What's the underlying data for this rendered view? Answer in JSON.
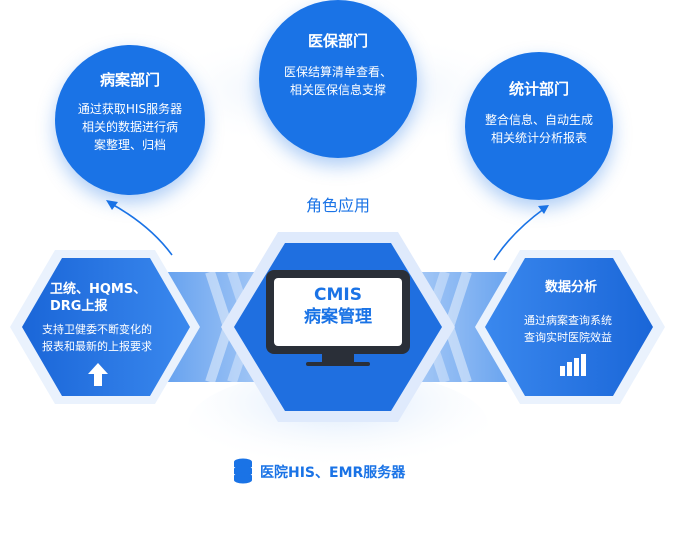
{
  "role_label": "角色应用",
  "departments": [
    {
      "title": "病案部门",
      "desc": [
        "通过获取HIS服务器",
        "相关的数据进行病",
        "案整理、归档"
      ]
    },
    {
      "title": "医保部门",
      "desc": [
        "医保结算清单查看、",
        "相关医保信息支撑"
      ]
    },
    {
      "title": "统计部门",
      "desc": [
        "整合信息、自动生成",
        "相关统计分析报表"
      ]
    }
  ],
  "left_panel": {
    "title": [
      "卫统、HQMS、",
      "DRG上报"
    ],
    "desc": [
      "支持卫健委不断变化的",
      "报表和最新的上报要求"
    ]
  },
  "right_panel": {
    "title": "数据分析",
    "desc": [
      "通过病案查询系统",
      "查询实时医院效益"
    ]
  },
  "center": {
    "line1": "CMIS",
    "line2": "病案管理"
  },
  "server_label": "医院HIS、EMR服务器",
  "colors": {
    "primary": "#1a73e6",
    "light": "#e3efff"
  }
}
